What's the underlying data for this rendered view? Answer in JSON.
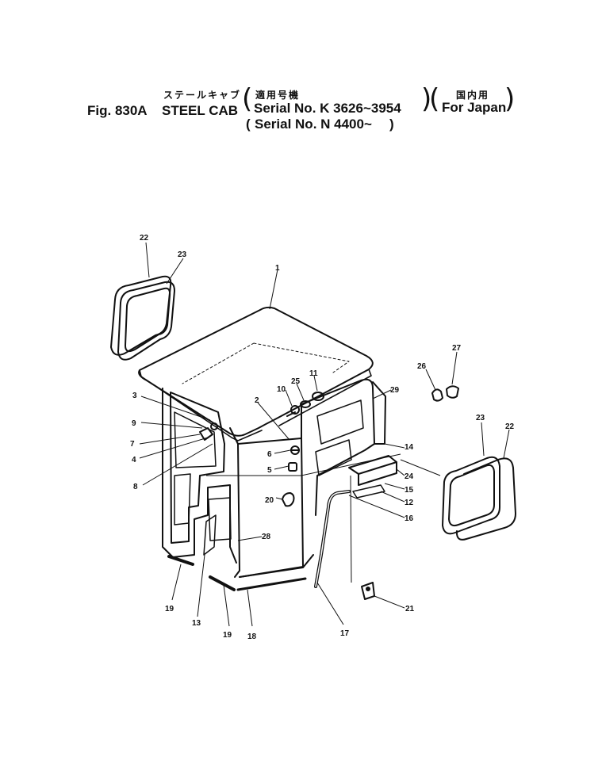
{
  "header": {
    "title_jp": "ステールキャブ",
    "figure": "Fig. 830A",
    "title_en": "STEEL CAB",
    "applicable_jp": "適用号機",
    "serial_1": "Serial No. K 3626~3954",
    "serial_2": "Serial No. N 4400~",
    "domestic_jp": "国内用",
    "for_japan": "For Japan"
  },
  "callouts": [
    "22",
    "23",
    "1",
    "3",
    "9",
    "7",
    "4",
    "8",
    "2",
    "25",
    "11",
    "10",
    "6",
    "5",
    "20",
    "29",
    "26",
    "27",
    "14",
    "24",
    "15",
    "12",
    "16",
    "23",
    "22",
    "28",
    "19",
    "13",
    "19",
    "18",
    "17",
    "21"
  ]
}
